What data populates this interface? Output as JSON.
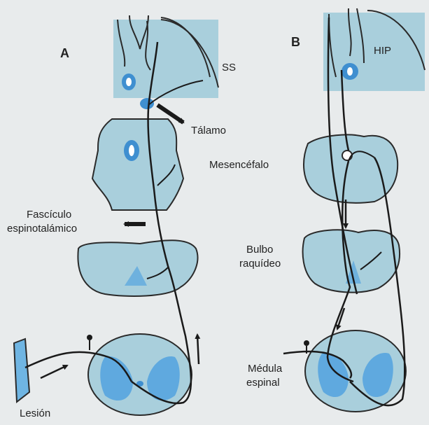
{
  "panels": {
    "a": "A",
    "b": "B"
  },
  "labels": {
    "ss": "SS",
    "talamo": "Tálamo",
    "fasciculo_1": "Fascículo",
    "fasciculo_2": "espinotalámico",
    "lesion": "Lesión",
    "hip": "HIP",
    "mesencefalo": "Mesencéfalo",
    "bulbo_1": "Bulbo",
    "bulbo_2": "raquídeo",
    "medula_1": "Médula",
    "medula_2": "espinal"
  },
  "colors": {
    "tissue": "#a9cfdc",
    "ventricle": "#3f8fd0",
    "gray_matter": "#5fa9df",
    "pathway": "#1a1a1a",
    "outline": "#2a2a2a",
    "background": "#e8ebec"
  }
}
